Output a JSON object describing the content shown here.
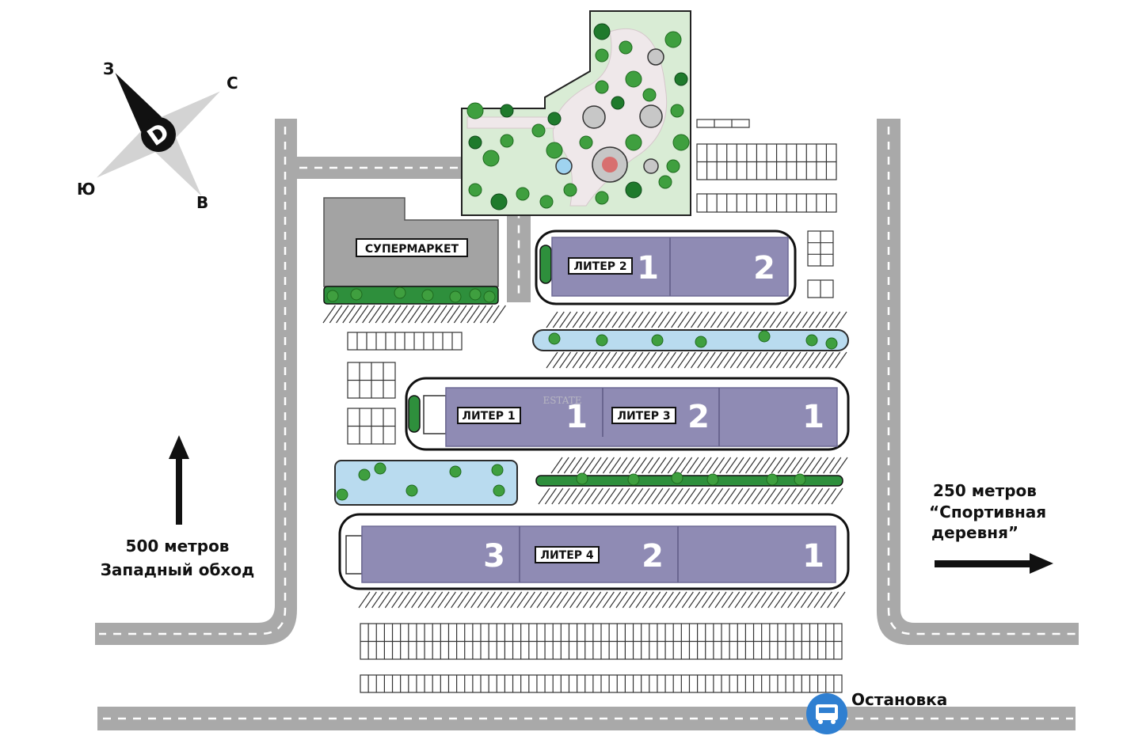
{
  "compass": {
    "letters": [
      "С",
      "В",
      "Ю",
      "З"
    ],
    "center_glyph": "D"
  },
  "labels": {
    "supermarket": "СУПЕРМАРКЕТ",
    "liter1": "ЛИТЕР 1",
    "liter2": "ЛИТЕР 2",
    "liter3": "ЛИТЕР 3",
    "liter4": "ЛИТЕР 4"
  },
  "sections": {
    "l2_s1": "1",
    "l2_s2": "2",
    "l1_s1": "1",
    "l3_s2": "2",
    "l3_s1": "1",
    "l4_s3": "3",
    "l4_s2": "2",
    "l4_s1": "1"
  },
  "annotations": {
    "west_line1": "500 метров",
    "west_line2": "Западный обход",
    "east_line1": "250 метров",
    "east_line2": "“Спортивная",
    "east_line3": "деревня”",
    "bus_stop": "Остановка"
  },
  "watermark": "ESTATE",
  "colors": {
    "road": "#a9a9a9",
    "building": "#8f8bb4",
    "park": "#d9ecd5",
    "tree": "#3f9f3f",
    "water": "#b9dbef",
    "bus_stop": "#2f7fd1"
  },
  "icons": [
    "compass-icon",
    "arrow-up-icon",
    "arrow-right-icon",
    "bus-icon"
  ]
}
